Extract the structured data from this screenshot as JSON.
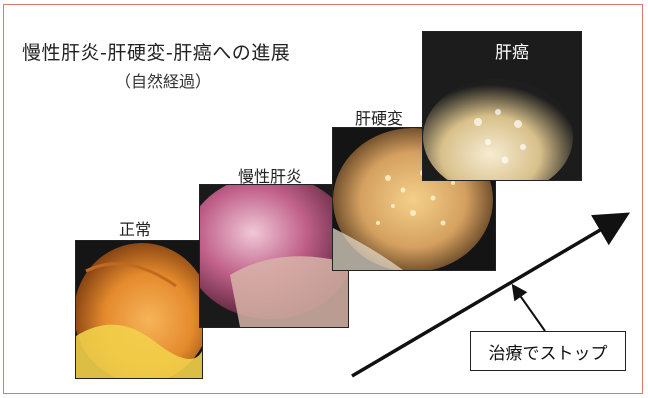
{
  "title": "慢性肝炎-肝硬変-肝癌への進展",
  "subtitle": "（自然経過）",
  "stages": [
    {
      "label": "正常"
    },
    {
      "label": "慢性肝炎"
    },
    {
      "label": "肝硬変"
    },
    {
      "label": "肝癌"
    }
  ],
  "callout": "治療でストップ",
  "colors": {
    "frame_border": "#e07a68",
    "normal_tissue": "#e8963a",
    "hepatitis_tissue": "#c0608a",
    "cirrhosis_tissue": "#d4a060",
    "cancer_tissue": "#e6d6b0"
  }
}
